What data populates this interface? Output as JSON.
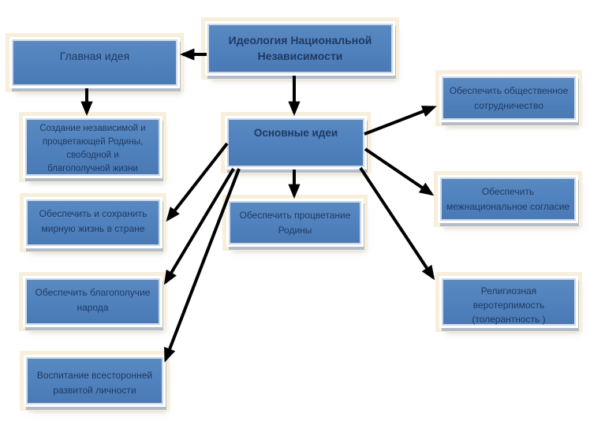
{
  "diagram": {
    "title": "Идеология Национальной Независимости",
    "colors": {
      "box_fill": "#4f81bd",
      "box_border": "#cdd9e8",
      "box_frame": "#ffffff",
      "box_halo": "#f7efdc",
      "box_drop_shadow": "#b3bdc9",
      "text": "#1f3a63",
      "arrow": "#000000",
      "background": "#ffffff"
    },
    "boxes": {
      "ideologiya": {
        "label": "Идеология Национальной\nНезависимости"
      },
      "glavnaya": {
        "label": "Главная идея"
      },
      "sozdanie": {
        "label": "Создание независимой и\nпроцветающей  Родины,\nсвободной и\nблагополучной жизни"
      },
      "mirnaya": {
        "label": "Обеспечить и сохранить\nмирную жизнь в стране"
      },
      "blagopoluchie": {
        "label": "Обеспечить благополучие\nнарода"
      },
      "vospitanie": {
        "label": "Воспитание всесторонней\nразвитой личности"
      },
      "osnovnye": {
        "label": "Основные идеи"
      },
      "procvetanie": {
        "label": "Обеспечить процветание\nРодины"
      },
      "sotrudnichestvo": {
        "label": "Обеспечить общественное\nсотрудничество"
      },
      "soglasie": {
        "label": "Обеспечить\nмежнациональное согласие"
      },
      "tolerantnost": {
        "label": "Религиозная\nверотерпимость\n(толерантность )"
      }
    },
    "connections": [
      {
        "from": "ideologiya",
        "to": "glavnaya"
      },
      {
        "from": "ideologiya",
        "to": "osnovnye"
      },
      {
        "from": "glavnaya",
        "to": "sozdanie"
      },
      {
        "from": "osnovnye",
        "to": "mirnaya"
      },
      {
        "from": "osnovnye",
        "to": "blagopoluchie"
      },
      {
        "from": "osnovnye",
        "to": "vospitanie"
      },
      {
        "from": "osnovnye",
        "to": "procvetanie"
      },
      {
        "from": "osnovnye",
        "to": "sotrudnichestvo"
      },
      {
        "from": "osnovnye",
        "to": "soglasie"
      },
      {
        "from": "osnovnye",
        "to": "tolerantnost"
      }
    ]
  }
}
